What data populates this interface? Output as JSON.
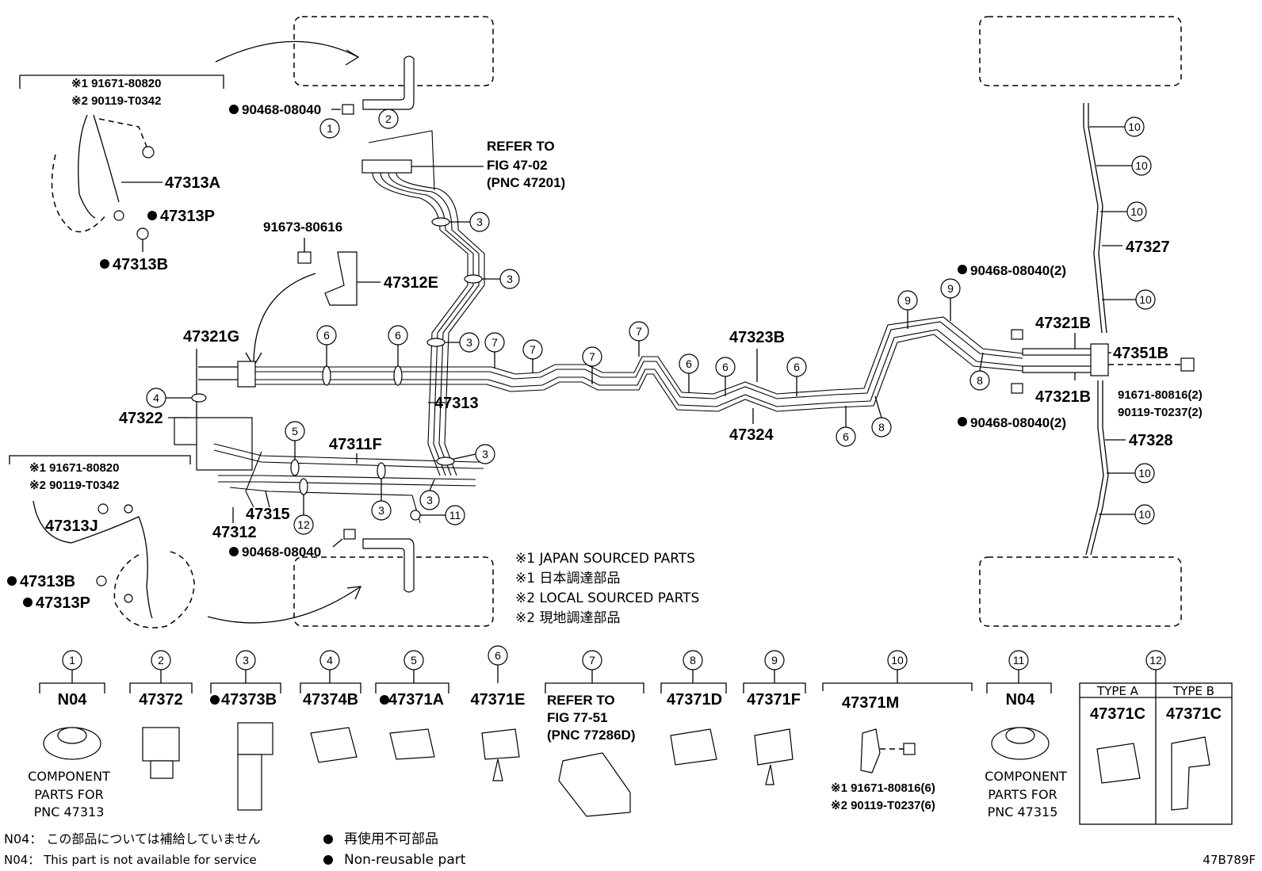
{
  "callouts": {
    "c1": "1",
    "c2": "2",
    "c3": "3",
    "c4": "4",
    "c5": "5",
    "c6": "6",
    "c7": "7",
    "c8": "8",
    "c9": "9",
    "c10": "10",
    "c11": "11",
    "c12": "12"
  },
  "labels": {
    "p90468_top": "90468-08040",
    "p90468_mid": "90468-08040",
    "p90468_r1": "90468-08040(2)",
    "p90468_r2": "90468-08040(2)",
    "refer_line1": "REFER TO",
    "refer_line2": "FIG 47-02",
    "refer_line3": "(PNC 47201)",
    "tl_cond1": "※1 91671-80820",
    "tl_cond2": "※2 90119-T0342",
    "p47313A": "47313A",
    "p47313P_top": "47313P",
    "p47313B_top": "47313B",
    "p91673": "91673-80616",
    "p47312E": "47312E",
    "p47321G": "47321G",
    "p47322": "47322",
    "p47313": "47313",
    "p47311F": "47311F",
    "p47315": "47315",
    "p47312": "47312",
    "p47323B": "47323B",
    "p47324": "47324",
    "p47327": "47327",
    "p47328": "47328",
    "p47321B_a": "47321B",
    "p47321B_b": "47321B",
    "p47351B": "47351B",
    "p91671_r": "91671-80816(2)",
    "p90119_r": "90119-T0237(2)",
    "bl_cond1": "※1 91671-80820",
    "bl_cond2": "※2 90119-T0342",
    "p47313J": "47313J",
    "p47313B_bot": "47313B",
    "p47313P_bot": "47313P"
  },
  "notes": {
    "n1": "※1 JAPAN SOURCED PARTS",
    "n2": "※1 日本調達部品",
    "n3": "※2 LOCAL SOURCED PARTS",
    "n4": "※2 現地調達部品"
  },
  "legend": {
    "items": [
      {
        "num": "1",
        "name": "N04",
        "desc1": "COMPONENT",
        "desc2": "PARTS FOR",
        "desc3": "PNC 47313"
      },
      {
        "num": "2",
        "name": "47372"
      },
      {
        "num": "3",
        "name": "47373B",
        "nonreusable": true
      },
      {
        "num": "4",
        "name": "47374B"
      },
      {
        "num": "5",
        "name": "47371A",
        "nonreusable": true
      },
      {
        "num": "6",
        "name": "47371E"
      },
      {
        "num": "7",
        "name": "REFER TO",
        "desc1": "FIG 77-51",
        "desc2": "(PNC 77286D)"
      },
      {
        "num": "8",
        "name": "47371D"
      },
      {
        "num": "9",
        "name": "47371F"
      },
      {
        "num": "10",
        "name": "47371M",
        "desc1": "※1 91671-80816(6)",
        "desc2": "※2 90119-T0237(6)"
      },
      {
        "num": "11",
        "name": "N04",
        "desc1": "COMPONENT",
        "desc2": "PARTS FOR",
        "desc3": "PNC 47315"
      },
      {
        "num": "12",
        "type_a": "TYPE A",
        "type_b": "TYPE B",
        "name_a": "47371C",
        "name_b": "47371C"
      }
    ]
  },
  "footer": {
    "n04_jp": "N04： この部品については補給していません",
    "n04_en": "N04： This part is not available for service",
    "nonreuse_jp": "再使用不可部品",
    "nonreuse_en": "Non-reusable part",
    "figure_id": "47B789F"
  }
}
